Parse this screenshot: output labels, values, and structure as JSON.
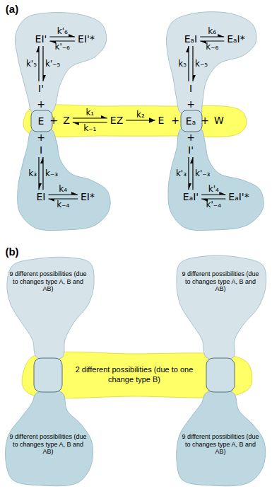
{
  "diagram": {
    "nodes": [
      {
        "text": [
          "EI'"
        ]
      },
      {
        "text": [
          "EI'*"
        ]
      },
      {
        "text": [
          "EₐI"
        ]
      },
      {
        "text": [
          "EₐI*"
        ]
      },
      {
        "text": [
          "I'"
        ]
      },
      {
        "text": [
          "I"
        ]
      },
      {
        "text": [
          "E"
        ]
      },
      {
        "text": [
          "Z"
        ]
      },
      {
        "text": [
          "EZ"
        ]
      },
      {
        "text": [
          "E"
        ]
      },
      {
        "text": [
          "Eₐ"
        ]
      },
      {
        "text": [
          "W"
        ]
      },
      {
        "text": [
          "I"
        ]
      },
      {
        "text": [
          "I'"
        ]
      },
      {
        "text": [
          "EI"
        ]
      },
      {
        "text": [
          "EI*"
        ]
      },
      {
        "text": [
          "EₐI'"
        ]
      },
      {
        "text": [
          "EₐI'*"
        ]
      },
      {
        "text": [
          "9 different possibilities (due to changes type A, B and AB)"
        ]
      },
      {
        "text": [
          "9 different possibilities (due to changes type A, B and AB)"
        ]
      },
      {
        "text": [
          "2 different possibilities (due to one change type B)"
        ]
      },
      {
        "text": [
          "9 different possibilities (due to changes type A, B and AB)"
        ]
      },
      {
        "text": [
          "9 different possibilities (due to changes type A, B and AB)"
        ]
      }
    ],
    "edges": [
      {
        "from": 0,
        "to": 1,
        "arrow": "to",
        "label": "k'₆"
      },
      {
        "from": 1,
        "to": 0,
        "arrow": "to",
        "label": "k'₋₆"
      },
      {
        "from": 4,
        "to": 0,
        "arrow": "to",
        "label": "k'₅"
      },
      {
        "from": 0,
        "to": 4,
        "arrow": "to",
        "label": "k'₋₅"
      },
      {
        "from": 2,
        "to": 3,
        "arrow": "to",
        "label": "k₆"
      },
      {
        "from": 3,
        "to": 2,
        "arrow": "to",
        "label": "k₋₆"
      },
      {
        "from": 5,
        "to": 2,
        "arrow": "to",
        "label": "k₅"
      },
      {
        "from": 2,
        "to": 5,
        "arrow": "to",
        "label": "k₋₅"
      },
      {
        "from": 7,
        "to": 8,
        "arrow": "to",
        "label": "k₁"
      },
      {
        "from": 8,
        "to": 7,
        "arrow": "to",
        "label": "k₋₁"
      },
      {
        "from": 8,
        "to": 9,
        "arrow": "to",
        "label": "k₂"
      },
      {
        "from": 12,
        "to": 14,
        "arrow": "to",
        "label": "k₃"
      },
      {
        "from": 14,
        "to": 12,
        "arrow": "to",
        "label": "k₋₃"
      },
      {
        "from": 14,
        "to": 15,
        "arrow": "to",
        "label": "k₄"
      },
      {
        "from": 15,
        "to": 14,
        "arrow": "to",
        "label": "k₋₄"
      },
      {
        "from": 13,
        "to": 16,
        "arrow": "to",
        "label": "k'₃"
      },
      {
        "from": 16,
        "to": 13,
        "arrow": "to",
        "label": "k'₋₃"
      },
      {
        "from": 16,
        "to": 17,
        "arrow": "to",
        "label": "k'₄"
      },
      {
        "from": 17,
        "to": 16,
        "arrow": "to",
        "label": "k'₋₄"
      }
    ],
    "labels": [
      "(a)",
      "+",
      "+",
      "+",
      "+",
      "+",
      "+",
      "+",
      "(b)"
    ]
  }
}
